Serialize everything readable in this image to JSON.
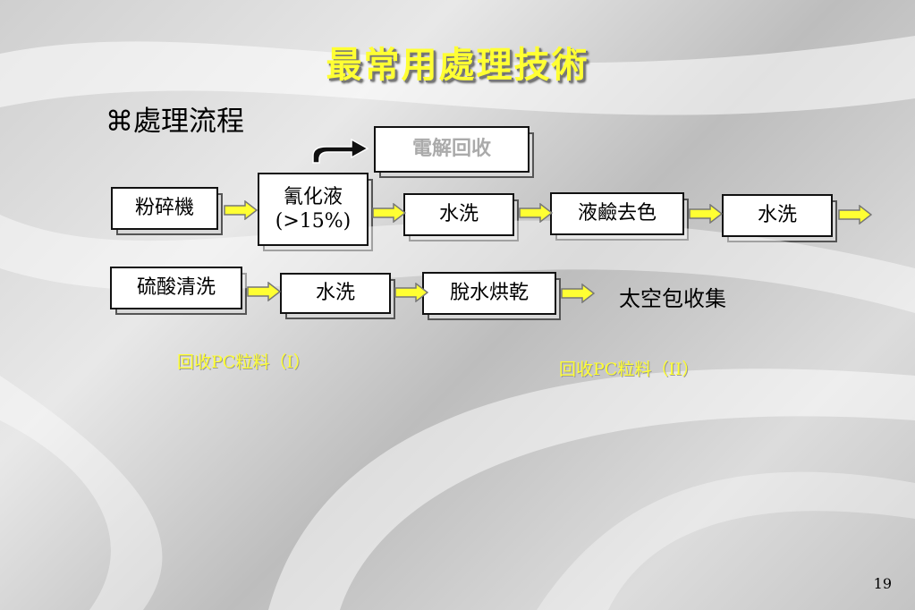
{
  "title": "最常用處理技術",
  "bullet": {
    "symbol": "⌘",
    "text": "處理流程"
  },
  "nodes": {
    "electrolysis": "電解回收",
    "crusher": "粉碎機",
    "cyanide_line1": "氰化液",
    "cyanide_line2": "(>15%)",
    "wash1": "水洗",
    "alkali": "液鹼去色",
    "wash2": "水洗",
    "sulfuric": "硫酸清洗",
    "wash3": "水洗",
    "dry": "脫水烘乾",
    "bag": "太空包收集"
  },
  "captions": {
    "pc1": "回收PC粒料（I）",
    "pc2": "回收PC粒料（II）"
  },
  "page_number": "19",
  "colors": {
    "title": "#ffff33",
    "arrow_fill": "#ffff33",
    "caption": "#ffff33"
  }
}
